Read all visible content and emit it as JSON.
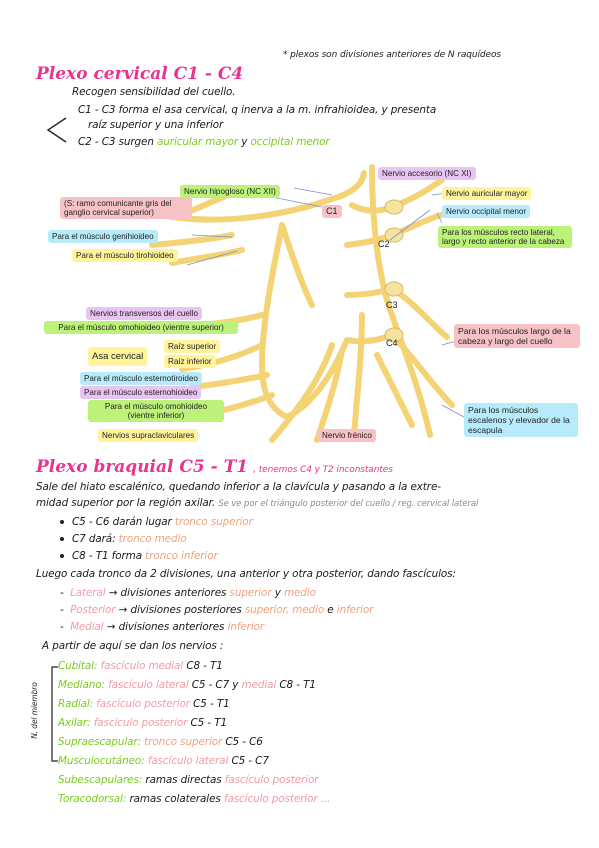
{
  "top_note": "* plexos son divisiones anteriores de N raquídeos",
  "cervical": {
    "title": "Plexo cervical  C1 - C4",
    "line1": "Recogen sensibilidad del cuello.",
    "line2": "C1 - C3 forma el asa cervical, q inerva a la m. infrahioidea, y presenta",
    "line3": "raíz superior y una inferior",
    "line4_prefix": "C2 - C3 surgen",
    "line4_a": "auricular mayor",
    "line4_mid": "y",
    "line4_b": "occipital menor"
  },
  "diagram": {
    "labels": {
      "hipogloso": "Nervio hipogloso (NC XII)",
      "ramo": "(S: ramo comunicante gris del ganglio cervical superior)",
      "genihioideo": "Para el músculo genihioideo",
      "tirohioideo": "Para el músculo tirohioideo",
      "transversos": "Nervios transversos del cuello",
      "omohioideo_sup": "Para el músculo omohioideo (vientre superior)",
      "asa": "Asa cervical",
      "raiz_sup": "Raíz superior",
      "raiz_inf": "Raíz inferior",
      "esternotiroideo": "Para el músculo esternotiroideo",
      "esternohioideo": "Para el músculo esternohioideo",
      "omohioideo_inf": "Para el músculo omohioideo (vientre inferior)",
      "supraclaviculares": "Nervios supraclaviculares",
      "frenico": "Nervio frénico",
      "accesorio": "Nervio accesorio (NC XI)",
      "auricular": "Nervio auricular mayor",
      "occipital": "Nervio occipital menor",
      "recto": "Para los músculos recto lateral, largo y recto anterior de la cabeza",
      "largo": "Para los músculos largo de la cabeza y largo del cuello",
      "escalenos": "Para los músculos escalenos y elevador de la escapula",
      "c1": "C1",
      "c2": "C2",
      "c3": "C3",
      "c4": "C4"
    }
  },
  "braquial": {
    "title": "Plexo braquial  C5 - T1",
    "title_note": ", tenemos C4 y T2 inconstantes",
    "p1a": "Sale del hiato escalénico, quedando inferior a la clavícula y pasando a la extre-",
    "p1b": "midad superior por la región axilar.",
    "p1c": "Se ve por el triángulo posterior del cuello / reg. cervical lateral",
    "b1": "C5 - C6 darán lugar",
    "b1c": "tronco superior",
    "b2": "C7 dará:",
    "b2c": "tronco medio",
    "b3": "C8 - T1 forma",
    "b3c": "tronco inferior",
    "p2": "Luego cada tronco da 2 divisiones, una anterior y otra posterior, dando fascículos:",
    "d1a": "Lateral",
    "d1b": "→ divisiones anteriores",
    "d1c": "superior",
    "d1d": "y",
    "d1e": "medio",
    "d2a": "Posterior",
    "d2b": "→ divisiones posteriores",
    "d2c": "superior,",
    "d2d": "medio",
    "d2e": "e",
    "d2f": "inferior",
    "d3a": "Medial",
    "d3b": "→ divisiones anteriores",
    "d3c": "inferior",
    "p3": "A partir de aquí se dan los nervios :",
    "side": "N. del miembro",
    "n1a": "Cubital:",
    "n1b": "fascículo medial",
    "n1c": "C8 - T1",
    "n2a": "Mediano:",
    "n2b": "fascículo lateral",
    "n2c": "C5 - C7 y",
    "n2d": "medial",
    "n2e": "C8 - T1",
    "n3a": "Radial:",
    "n3b": "fascículo posterior",
    "n3c": "C5 - T1",
    "n4a": "Axilar:",
    "n4b": "fascículo posterior",
    "n4c": "C5 - T1",
    "n5a": "Supraescapular:",
    "n5b": "tronco superior",
    "n5c": "C5 - C6",
    "n6a": "Musculocutáneo:",
    "n6b": "fascículo lateral",
    "n6c": "C5 - C7",
    "n7a": "Subescapulares:",
    "n7b": "ramas directas",
    "n7c": "fascículo posterior",
    "n8a": "Toracodorsal:",
    "n8b": "ramas colaterales",
    "n8c": "fascículo posterior ..."
  },
  "colors": {
    "pink_title": "#e8338f",
    "nerve": "#f6d77a",
    "green": "#7acc1c",
    "peach": "#f29aa6"
  }
}
